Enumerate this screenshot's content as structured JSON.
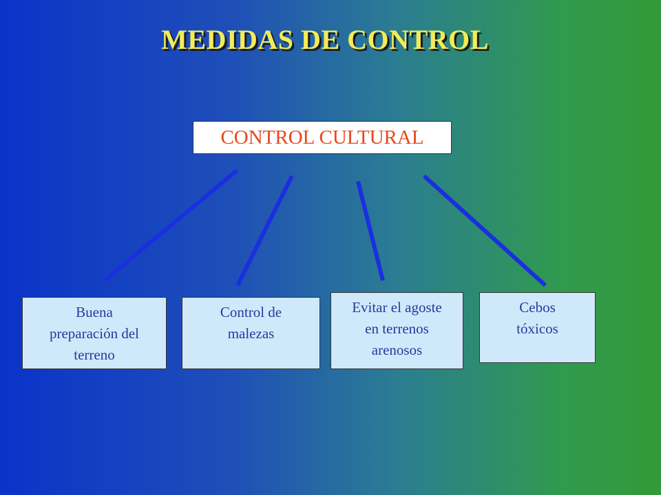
{
  "title": "MEDIDAS DE CONTROL",
  "root": {
    "label": "CONTROL CULTURAL"
  },
  "leaves": [
    {
      "lines": [
        "Buena",
        "preparación del",
        "terreno"
      ]
    },
    {
      "lines": [
        "Control de",
        "malezas"
      ]
    },
    {
      "lines": [
        "Evitar el agoste",
        "en terrenos",
        "arenosos"
      ]
    },
    {
      "lines": [
        "Cebos",
        "tóxicos"
      ]
    }
  ],
  "colors": {
    "title": "#f2ec5a",
    "root_text": "#e8461c",
    "leaf_bg": "#cfe9fb",
    "leaf_text": "#27399c",
    "connector": "#1a2fe0"
  }
}
